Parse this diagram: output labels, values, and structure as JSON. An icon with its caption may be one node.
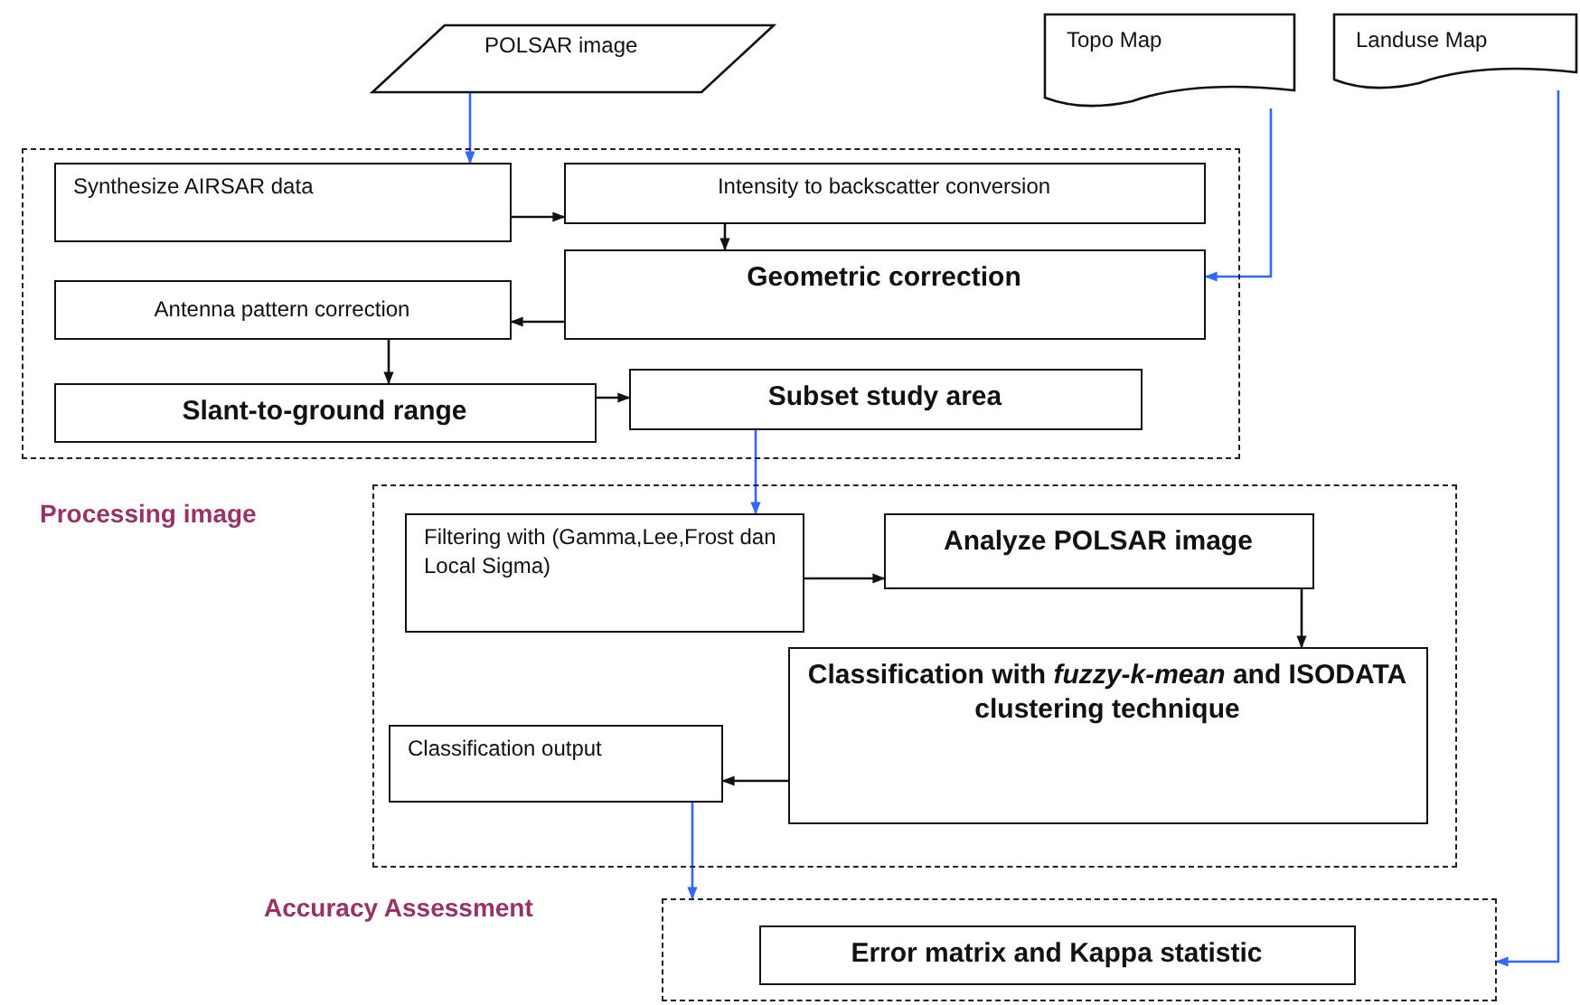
{
  "diagram": {
    "nodes": [
      {
        "text": [
          "POLSAR image"
        ]
      },
      {
        "text": [
          "Topo Map"
        ]
      },
      {
        "text": [
          "Landuse Map"
        ]
      },
      {
        "text": [],
        "shape": "box"
      },
      {
        "text": [
          "Synthesize AIRSAR data"
        ],
        "in": 3
      },
      {
        "text": [
          "Intensity to backscatter conversion"
        ],
        "in": 3
      },
      {
        "text": [
          "Geometric correction"
        ],
        "in": 3
      },
      {
        "text": [
          "Antenna pattern correction"
        ],
        "in": 3
      },
      {
        "text": [
          "Slant-to-ground range"
        ],
        "in": 3
      },
      {
        "text": [
          "Subset study area"
        ],
        "in": 3
      },
      {
        "text": [],
        "shape": "box"
      },
      {
        "text": [
          "Filtering with (Gamma,Lee,Frost dan Local Sigma)"
        ],
        "in": 10
      },
      {
        "text": [
          "Analyze POLSAR image"
        ],
        "in": 10
      },
      {
        "text": [
          "Classification with *fuzzy-k-mean* and ISODATA clustering technique"
        ],
        "in": 10
      },
      {
        "text": [
          "Classification output"
        ],
        "in": 10
      },
      {
        "text": [],
        "shape": "box"
      },
      {
        "text": [
          "Error matrix and Kappa statistic"
        ],
        "in": 15
      }
    ],
    "edges": [
      {
        "from": 0,
        "to": 4,
        "arrow": "to",
        "color": "#3366ff"
      },
      {
        "from": 4,
        "to": 5,
        "arrow": "to"
      },
      {
        "from": 5,
        "to": 6,
        "arrow": "to"
      },
      {
        "from": 1,
        "to": 6,
        "arrow": "to",
        "color": "#3366ff"
      },
      {
        "from": 6,
        "to": 7,
        "arrow": "to"
      },
      {
        "from": 7,
        "to": 8,
        "arrow": "to"
      },
      {
        "from": 8,
        "to": 9,
        "arrow": "to"
      },
      {
        "from": 9,
        "to": 11,
        "arrow": "to",
        "color": "#3366ff"
      },
      {
        "from": 11,
        "to": 12,
        "arrow": "to"
      },
      {
        "from": 12,
        "to": 13,
        "arrow": "to"
      },
      {
        "from": 13,
        "to": 14,
        "arrow": "to"
      },
      {
        "from": 14,
        "to": 15,
        "arrow": "to",
        "color": "#3366ff"
      },
      {
        "from": 2,
        "to": 15,
        "arrow": "to",
        "color": "#3366ff"
      }
    ],
    "labels": [
      "Processing image",
      "Accuracy Assessment"
    ]
  }
}
